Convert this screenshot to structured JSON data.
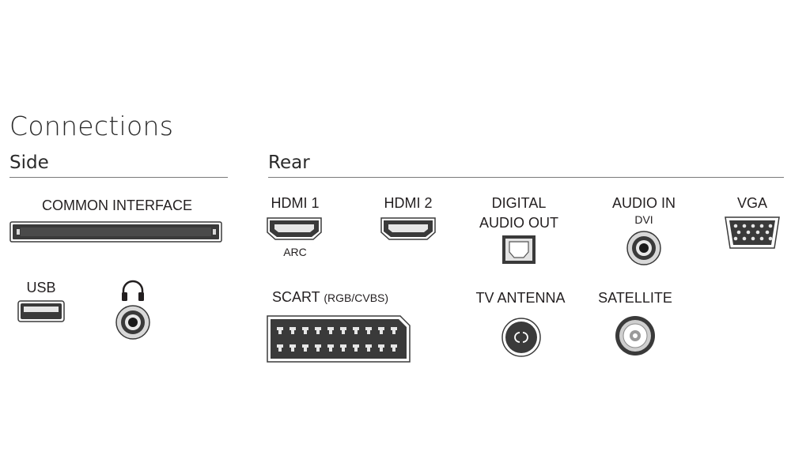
{
  "title": "Connections",
  "sections": {
    "side": "Side",
    "rear": "Rear"
  },
  "ports": {
    "common_interface": "COMMON INTERFACE",
    "usb": "USB",
    "hdmi1": "HDMI 1",
    "hdmi1_sub": "ARC",
    "hdmi2": "HDMI 2",
    "digital_audio_out_line1": "DIGITAL",
    "digital_audio_out_line2": "AUDIO OUT",
    "audio_in": "AUDIO IN",
    "audio_in_sub": "DVI",
    "vga": "VGA",
    "scart": "SCART",
    "scart_sub": "(RGB/CVBS)",
    "tv_antenna": "TV ANTENNA",
    "satellite": "SATELLITE"
  },
  "icons": {
    "headphone": "headphone-icon"
  },
  "colors": {
    "port_dark": "#3a3a3a",
    "port_light": "#d9d9d9",
    "line": "#7a7a7a"
  }
}
